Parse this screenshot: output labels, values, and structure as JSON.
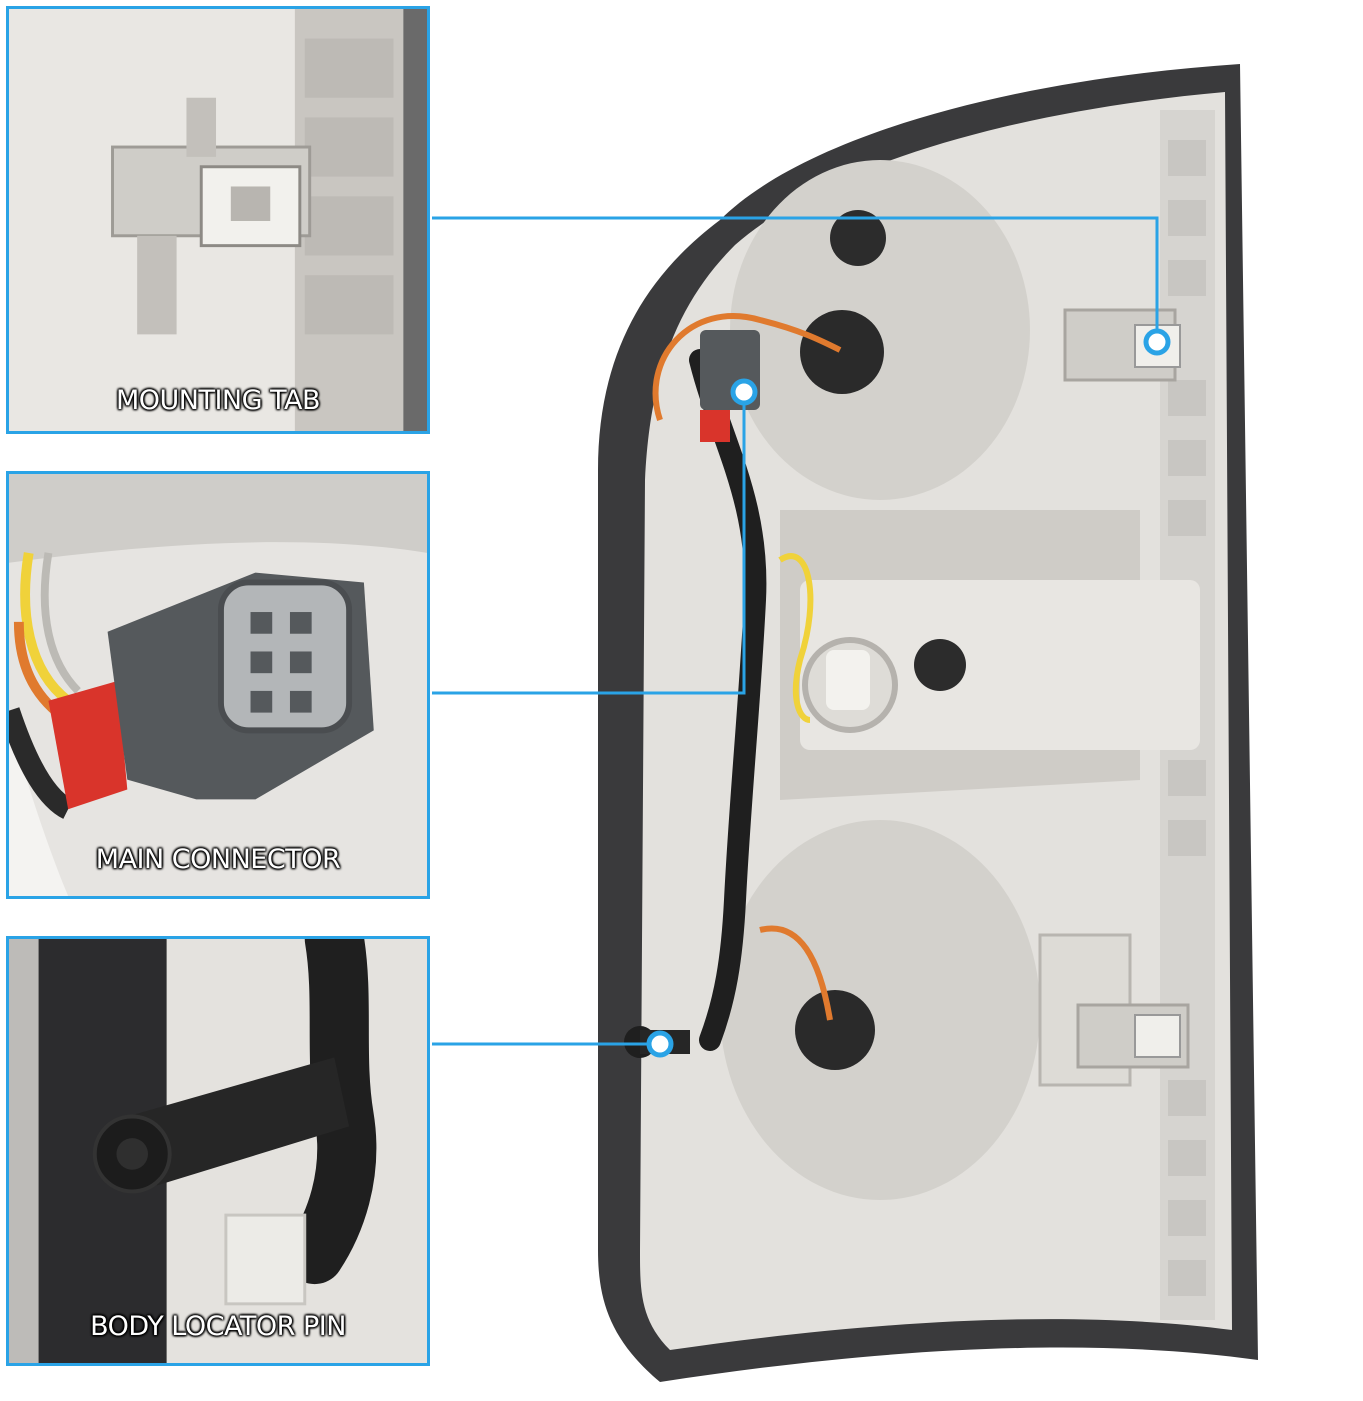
{
  "colors": {
    "accent": "#2aa3e6",
    "housing_dark": "#3a3a3c",
    "housing_light": "#e3e1dd",
    "wire_orange": "#e07a2e",
    "wire_yellow": "#f0d23a",
    "connector_red": "#d9342b",
    "connector_gray": "#55595c"
  },
  "callouts": [
    {
      "id": "mounting-tab",
      "label": "MOUNTING TAB",
      "icon": "mounting-tab-closeup"
    },
    {
      "id": "main-connector",
      "label": "MAIN CONNECTOR",
      "icon": "wire-connector-closeup"
    },
    {
      "id": "body-locator-pin",
      "label": "BODY LOCATOR PIN",
      "icon": "locator-pin-closeup"
    }
  ]
}
